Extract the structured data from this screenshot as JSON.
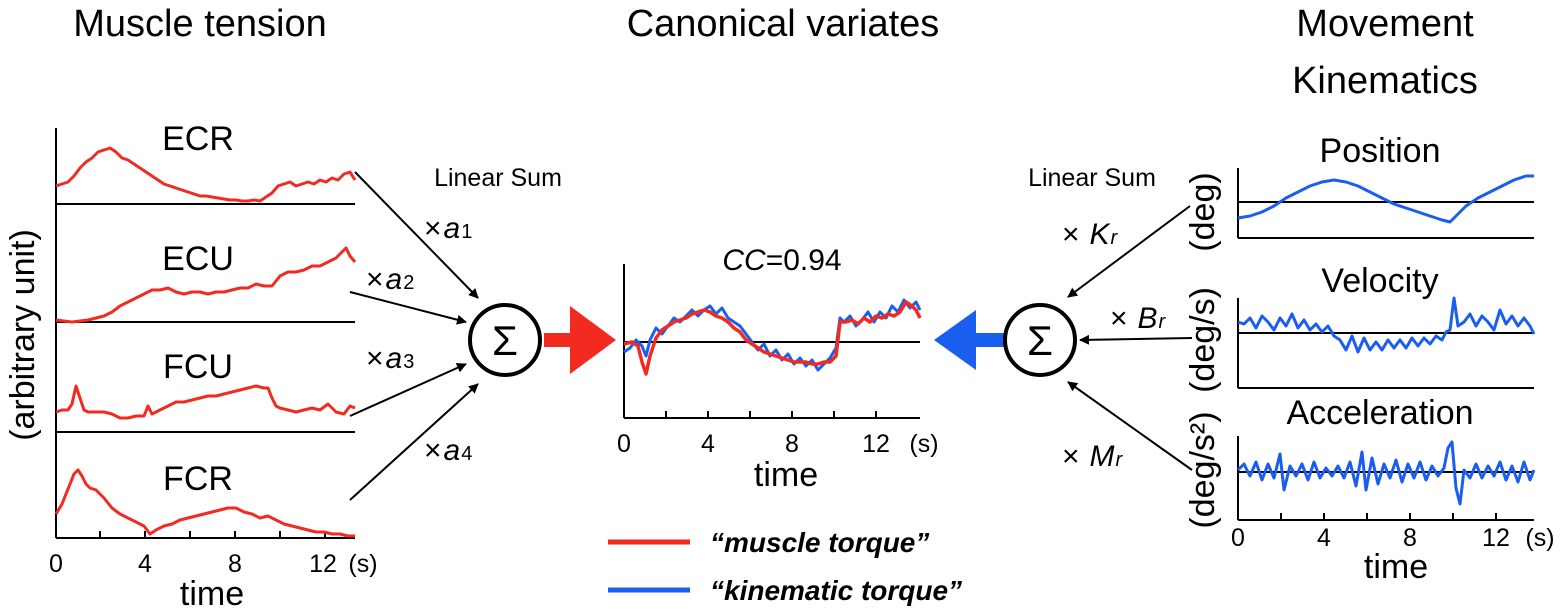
{
  "sections": {
    "muscle": "Muscle tension",
    "canonical": "Canonical variates",
    "movement_line1": "Movement",
    "movement_line2": "Kinematics"
  },
  "muscle_panels": [
    "ECR",
    "ECU",
    "FCU",
    "FCR"
  ],
  "muscle_ylabel": "(arbitrary unit)",
  "linear_sum": "Linear Sum",
  "muscle_coefficients": [
    {
      "times": "×",
      "sym": "a",
      "sub": "1"
    },
    {
      "times": "×",
      "sym": "a",
      "sub": "2"
    },
    {
      "times": "×",
      "sym": "a",
      "sub": "3"
    },
    {
      "times": "×",
      "sym": "a",
      "sub": "4"
    }
  ],
  "kinematic_coefficients": [
    {
      "times": "×",
      "sym": "K",
      "sub": "r"
    },
    {
      "times": "×",
      "sym": "B",
      "sub": "r"
    },
    {
      "times": "×",
      "sym": "M",
      "sub": "r"
    }
  ],
  "sigma": "Σ",
  "cc_label": "CC",
  "cc_value": "=0.94",
  "kin_panels": [
    {
      "title": "Position",
      "ylabel": "(deg)"
    },
    {
      "title": "Velocity",
      "ylabel": "(deg/s)"
    },
    {
      "title": "Acceleration",
      "ylabel": "(deg/s²)"
    }
  ],
  "x_ticks": [
    "0",
    "4",
    "8",
    "12"
  ],
  "x_unit": "(s)",
  "x_label": "time",
  "legend": [
    {
      "label": "“muscle torque”",
      "color": "#f22a1f"
    },
    {
      "label": "“kinematic torque”",
      "color": "#1a5ef0"
    }
  ],
  "colors": {
    "muscle": "#f22a1f",
    "kinematic": "#1a5ef0",
    "axis": "#000000"
  }
}
